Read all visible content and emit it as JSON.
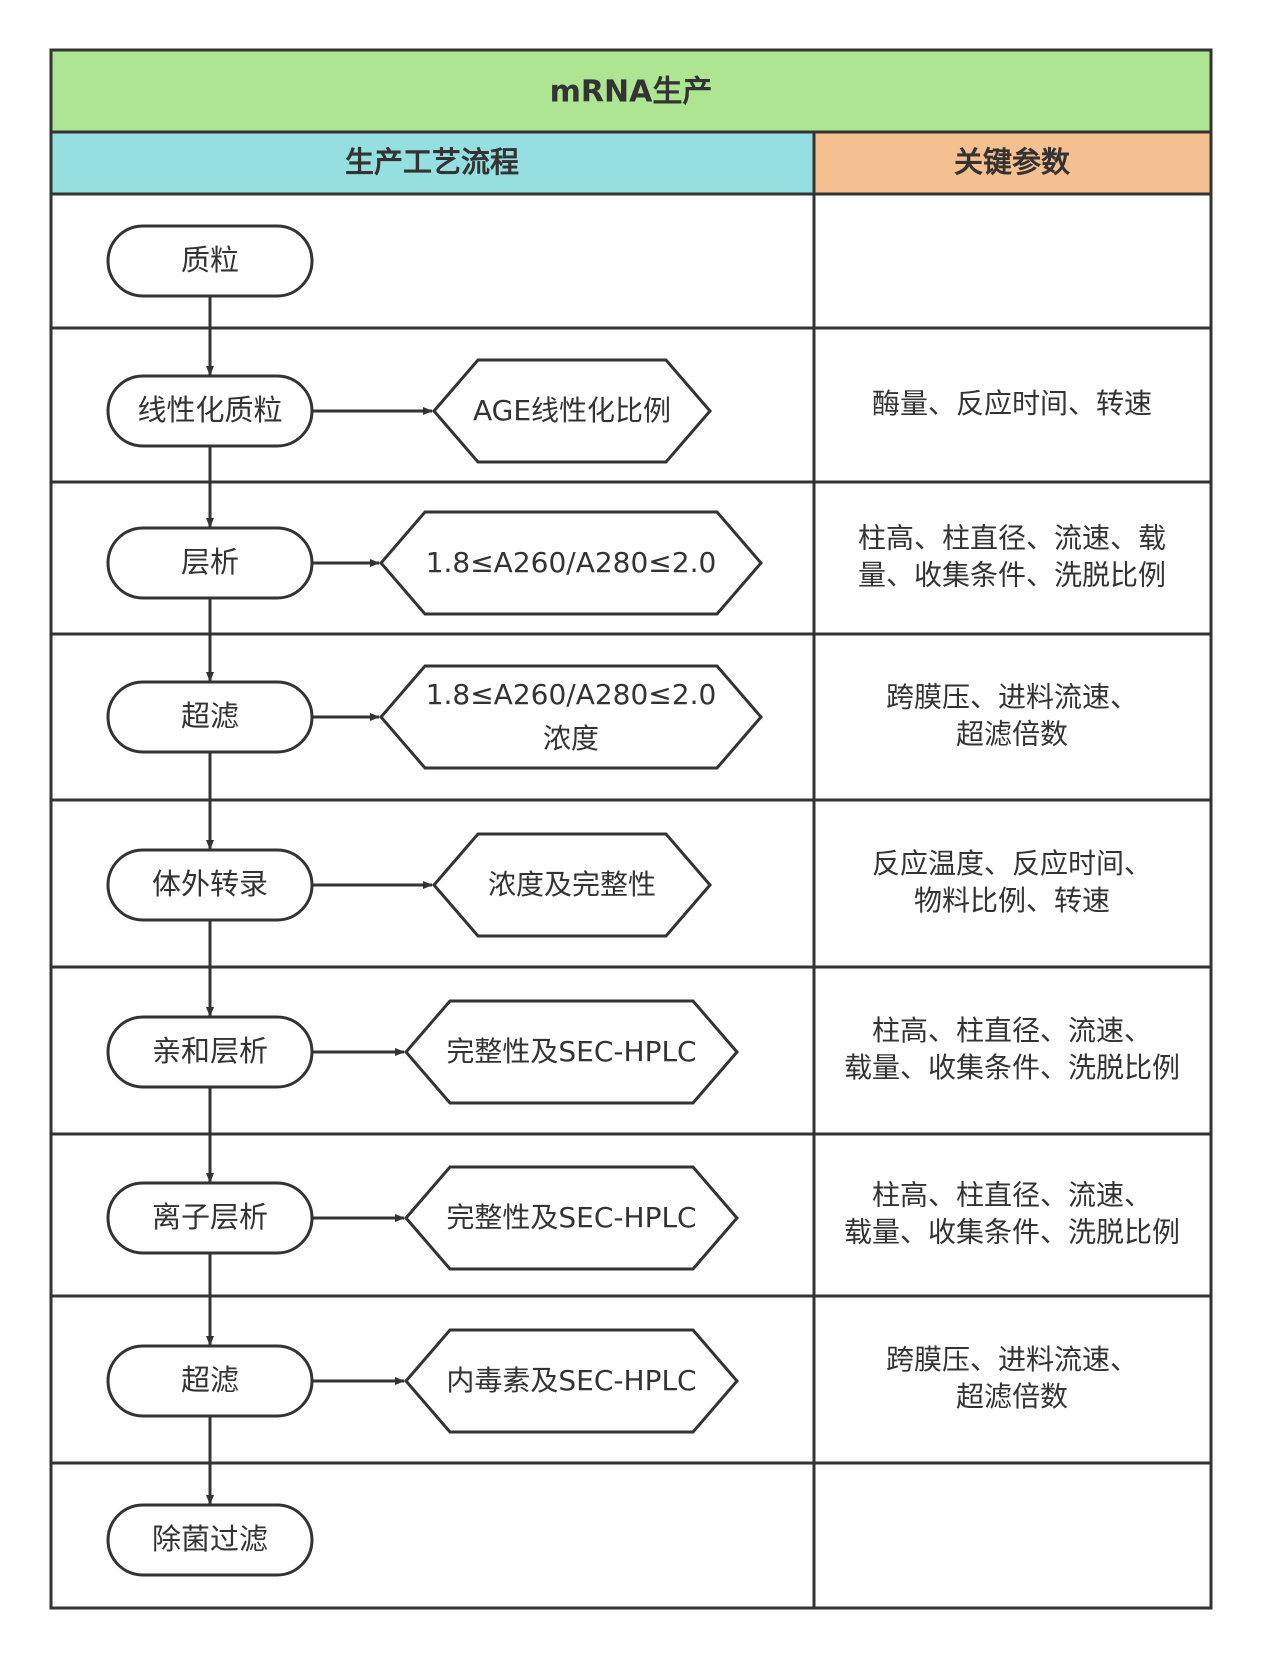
{
  "title": "mRNA生产",
  "headers": {
    "process": "生产工艺流程",
    "params": "关键参数"
  },
  "colors": {
    "title_bg": "#ade593",
    "process_header_bg": "#96dfe0",
    "params_header_bg": "#f4c08f",
    "border": "#333333"
  },
  "rows": [
    {
      "step": "质粒",
      "check": [],
      "params": []
    },
    {
      "step": "线性化质粒",
      "check": [
        "AGE线性化比例"
      ],
      "params": [
        "酶量、反应时间、转速"
      ]
    },
    {
      "step": "层析",
      "check": [
        "1.8≤A260/A280≤2.0"
      ],
      "params": [
        "柱高、柱直径、流速、载",
        "量、收集条件、洗脱比例"
      ]
    },
    {
      "step": "超滤",
      "check": [
        "1.8≤A260/A280≤2.0",
        "浓度"
      ],
      "params": [
        "跨膜压、进料流速、",
        "超滤倍数"
      ]
    },
    {
      "step": "体外转录",
      "check": [
        "浓度及完整性"
      ],
      "params": [
        "反应温度、反应时间、",
        "物料比例、转速"
      ]
    },
    {
      "step": "亲和层析",
      "check": [
        "完整性及SEC-HPLC"
      ],
      "params": [
        "柱高、柱直径、流速、",
        "载量、收集条件、洗脱比例"
      ]
    },
    {
      "step": "离子层析",
      "check": [
        "完整性及SEC-HPLC"
      ],
      "params": [
        "柱高、柱直径、流速、",
        "载量、收集条件、洗脱比例"
      ]
    },
    {
      "step": "超滤",
      "check": [
        "内毒素及SEC-HPLC"
      ],
      "params": [
        "跨膜压、进料流速、",
        "超滤倍数"
      ]
    },
    {
      "step": "除菌过滤",
      "check": [],
      "params": []
    }
  ]
}
